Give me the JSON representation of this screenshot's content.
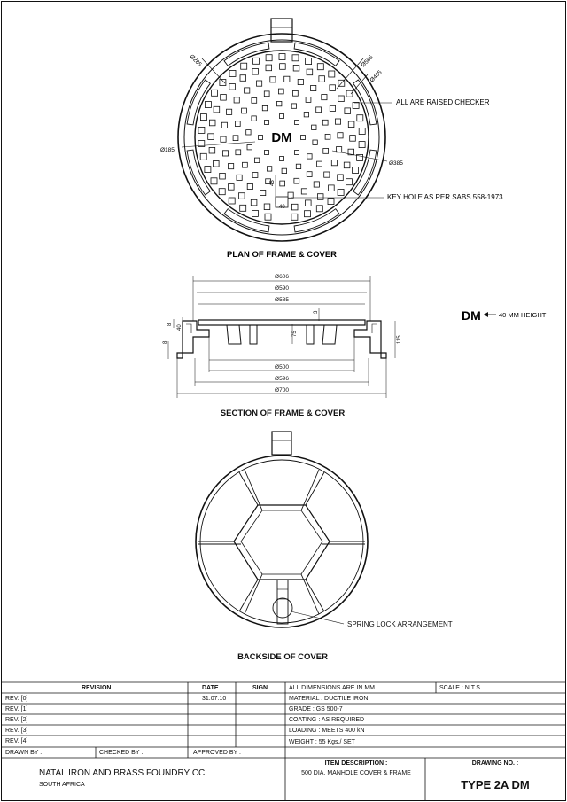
{
  "plan": {
    "title": "PLAN OF FRAME & COVER",
    "center_mark": "DM",
    "dims": [
      "Ø585",
      "Ø485",
      "Ø385",
      "Ø285",
      "Ø185",
      "40",
      "45"
    ],
    "callout_checker": "ALL ARE RAISED CHECKER",
    "callout_keyhole": "KEY HOLE  AS PER SABS 558-1973"
  },
  "section": {
    "title": "SECTION OF FRAME & COVER",
    "top_dims": [
      "Ø606",
      "Ø590",
      "Ø585"
    ],
    "bottom_dims": [
      "Ø500",
      "Ø596",
      "Ø700"
    ],
    "side_dims": [
      "8",
      "40",
      "8",
      "3",
      "75",
      "115"
    ]
  },
  "legend": {
    "mark": "DM",
    "text": "40 MM HEIGHT"
  },
  "back": {
    "title": "BACKSIDE OF COVER",
    "callout": "SPRING LOCK ARRANGEMENT"
  },
  "title_block": {
    "revision_header": "REVISION",
    "date_header": "DATE",
    "sign_header": "SIGN",
    "revisions": [
      {
        "label": "REV. [0]",
        "date": "31.07.10"
      },
      {
        "label": "REV. [1]",
        "date": ""
      },
      {
        "label": "REV. [2]",
        "date": ""
      },
      {
        "label": "REV. [3]",
        "date": ""
      },
      {
        "label": "REV. [4]",
        "date": ""
      }
    ],
    "specs": [
      "ALL DIMENSIONS ARE IN MM",
      "MATERIAL : DUCTILE IRON",
      "GRADE : GS 500-7",
      "COATING : AS REQUIRED",
      "LOADING : MEETS 400 kN",
      "WEIGHT : 55 Kgs./ SET"
    ],
    "scale": "SCALE : N.T.S.",
    "drawn_by": "DRAWN BY :",
    "checked_by": "CHECKED BY :",
    "approved_by": "APPROVED BY :",
    "company": "NATAL IRON AND BRASS FOUNDRY CC",
    "country": "SOUTH AFRICA",
    "item_desc_label": "ITEM DESCRIPTION :",
    "item_desc": "500 DIA. MANHOLE COVER & FRAME",
    "drawing_no_label": "DRAWING NO. :",
    "drawing_no": "TYPE 2A DM"
  }
}
